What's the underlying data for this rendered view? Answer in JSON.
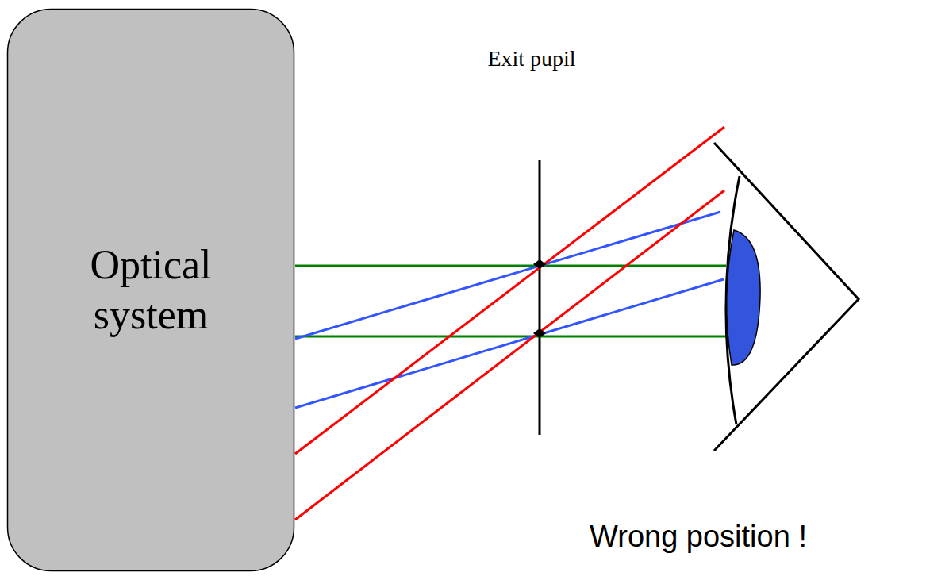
{
  "diagram": {
    "nodes": [
      {
        "text": [
          "Optical system"
        ]
      }
    ],
    "labels": [
      "Exit pupil",
      "Wrong position !"
    ]
  }
}
